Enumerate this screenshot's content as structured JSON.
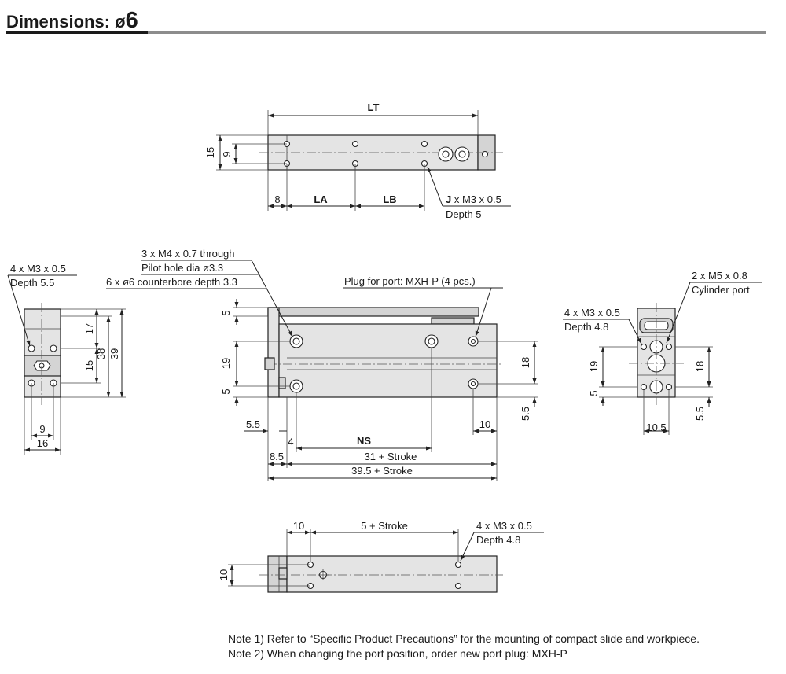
{
  "title": {
    "prefix": "Dimensions: ",
    "symbol": "ø",
    "size": "6"
  },
  "top_view": {
    "lt": "LT",
    "h15": "15",
    "h9": "9",
    "d8": "8",
    "la": "LA",
    "lb": "LB",
    "thread_j": "J",
    "thread_rest": " x M3 x 0.5",
    "depth": "Depth 5"
  },
  "left_view": {
    "thread": "4 x M3 x 0.5",
    "depth": "Depth 5.5",
    "d17": "17",
    "d38": "38",
    "d39": "39",
    "d15": "15",
    "d9": "9",
    "d16": "16"
  },
  "front_view": {
    "callout1": "3 x M4 x 0.7 through",
    "callout2": "Pilot hole dia ø3.3",
    "callout3": "6 x ø6 counterbore depth 3.3",
    "plug": "Plug for port: MXH-P (4 pcs.)",
    "d5_top": "5",
    "d19": "19",
    "d5_bot": "5",
    "d18": "18",
    "d55_right": "5.5",
    "d55_left": "5.5",
    "d4": "4",
    "ns": "NS",
    "d10": "10",
    "d85": "8.5",
    "d31": "31 + Stroke",
    "d395": "39.5 + Stroke"
  },
  "right_view": {
    "port": "2 x M5 x 0.8",
    "port2": "Cylinder port",
    "thread": "4 x M3 x 0.5",
    "depth": "Depth 4.8",
    "d19": "19",
    "d5": "5",
    "d18": "18",
    "d55": "5.5",
    "d105": "10.5"
  },
  "bottom_view": {
    "d10": "10",
    "stroke": "5 + Stroke",
    "thread": "4 x M3 x 0.5",
    "depth": "Depth 4.8",
    "h10": "10"
  },
  "notes": [
    "Note 1) Refer to “Specific Product Precautions” for the mounting of compact slide and workpiece.",
    "Note 2) When changing the port position, order new port plug: MXH-P"
  ]
}
